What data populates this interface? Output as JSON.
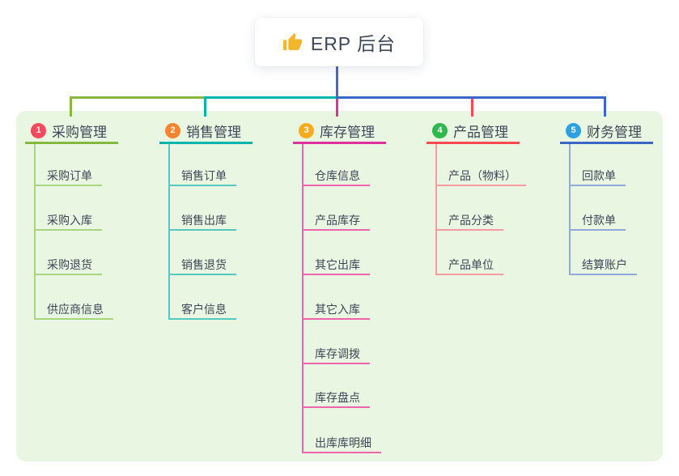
{
  "root": {
    "title": "ERP 后台",
    "icon": "thumbs-up-icon",
    "icon_color": "#f2b62b"
  },
  "branches": [
    {
      "number": "1",
      "label": "采购管理",
      "badge_color": "#f84a5e",
      "line_color": "#84ba40",
      "child_line_color": "#aad57d",
      "children": [
        "采购订单",
        "采购入库",
        "采购退货",
        "供应商信息"
      ]
    },
    {
      "number": "2",
      "label": "销售管理",
      "badge_color": "#f9842d",
      "line_color": "#00b5ac",
      "child_line_color": "#55c8bf",
      "children": [
        "销售订单",
        "销售出库",
        "销售退货",
        "客户信息"
      ]
    },
    {
      "number": "3",
      "label": "库存管理",
      "badge_color": "#fcab1c",
      "line_color": "#df309c",
      "child_line_color": "#ee65ac",
      "children": [
        "仓库信息",
        "产品库存",
        "其它出库",
        "其它入库",
        "库存调拨",
        "库存盘点",
        "出库库明细"
      ]
    },
    {
      "number": "4",
      "label": "产品管理",
      "badge_color": "#2fb84e",
      "line_color": "#f84a50",
      "child_line_color": "#f89ba0",
      "children": [
        "产品（物料）",
        "产品分类",
        "产品单位"
      ]
    },
    {
      "number": "5",
      "label": "财务管理",
      "badge_color": "#2ba1e2",
      "line_color": "#3b66c6",
      "child_line_color": "#90aadd",
      "children": [
        "回款单",
        "付款单",
        "结算账户"
      ]
    }
  ],
  "colors": {
    "panel_bg": "#e9f6e2",
    "root_connector": "#4f63c9",
    "text_color": "#3d4757",
    "root_bg": "#ffffff"
  }
}
